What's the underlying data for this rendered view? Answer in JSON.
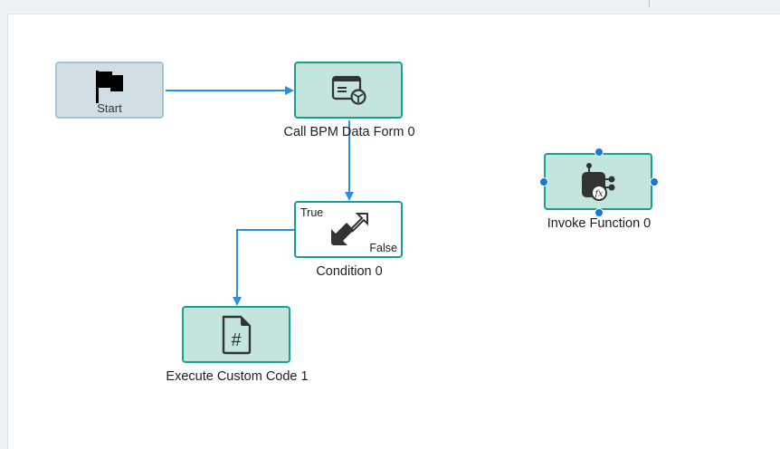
{
  "colors": {
    "edge": "#2a8fdd",
    "task_fill": "#c4e5de",
    "task_border": "#17a08f",
    "start_fill": "#d1dee4",
    "start_border": "#a3c5d2",
    "handle": "#1976d2"
  },
  "nodes": {
    "start": {
      "label": "Start",
      "icon": "flag-icon"
    },
    "call_bpm": {
      "label": "Call BPM Data Form 0",
      "icon": "data-form-icon"
    },
    "condition": {
      "label": "Condition 0",
      "icon": "condition-split-icon",
      "true_label": "True",
      "false_label": "False"
    },
    "execute_code": {
      "label": "Execute Custom Code 1",
      "icon": "code-file-icon"
    },
    "invoke_function": {
      "label": "Invoke Function 0",
      "icon": "function-icon",
      "selected": true
    }
  },
  "edges": [
    {
      "from": "start",
      "to": "call_bpm"
    },
    {
      "from": "call_bpm",
      "to": "condition"
    },
    {
      "from": "condition",
      "to": "execute_code",
      "branch": "True"
    }
  ]
}
